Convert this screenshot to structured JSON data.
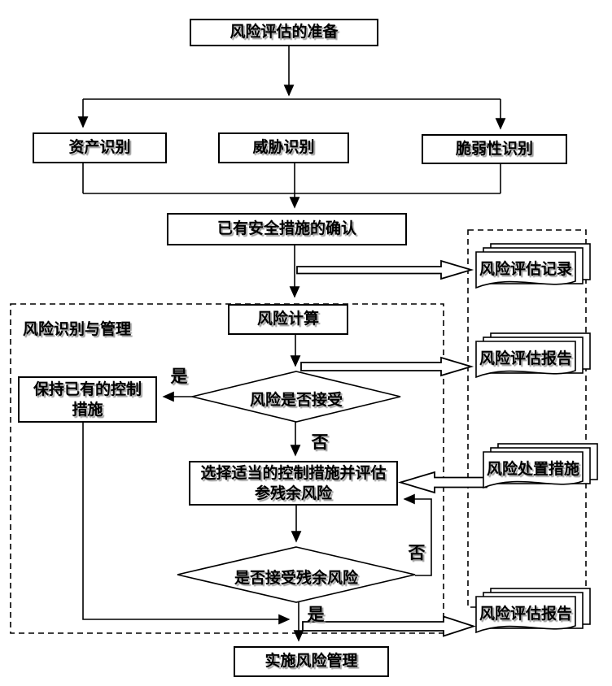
{
  "nodes": {
    "prepare": "风险评估的准备",
    "asset": "资产识别",
    "threat": "威胁识别",
    "vulnerability": "脆弱性识别",
    "confirm_measures": "已有安全措施的确认",
    "risk_calc": "风险计算",
    "risk_accept_q": "风险是否接受",
    "keep_controls_line1": "保持已有的控制",
    "keep_controls_line2": "措施",
    "select_controls_line1": "选择适当的控制措施并评估",
    "select_controls_line2": "参残余风险",
    "residual_accept_q": "是否接受残余风险",
    "implement": "实施风险管理"
  },
  "group_labels": {
    "risk_mgmt": "风险识别与管理"
  },
  "documents": {
    "assessment_record": "风险评估记录",
    "assessment_report_top": "风险评估报告",
    "treatment_measures": "风险处置措施",
    "assessment_report_bottom": "风险评估报告"
  },
  "edge_labels": {
    "yes_top": "是",
    "no_top": "否",
    "no_right": "否",
    "yes_bottom": "是"
  },
  "colors": {
    "line": "#000000",
    "background": "#ffffff",
    "text_shadow": "#9e9e9e"
  }
}
